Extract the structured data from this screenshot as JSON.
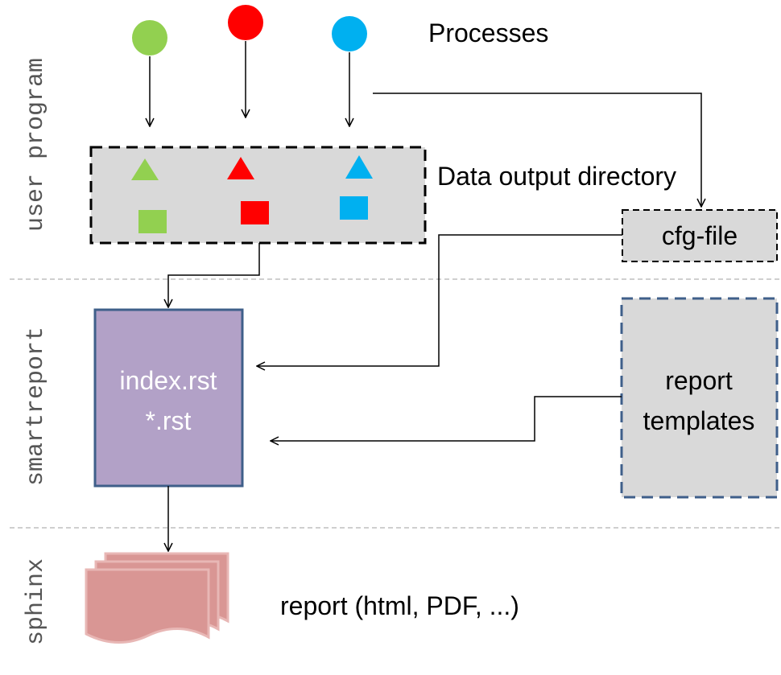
{
  "title": "Processes",
  "lanes": {
    "user_program": "user program",
    "smartreport": "smartreport",
    "sphinx": "sphinx"
  },
  "data_output": {
    "label": "Data output directory"
  },
  "cfg_file": {
    "label": "cfg-file"
  },
  "rst_box": {
    "line1": "index.rst",
    "line2": "*.rst"
  },
  "templates": {
    "line1": "report",
    "line2": "templates"
  },
  "report": {
    "label": "report (html, PDF, ...)"
  },
  "colors": {
    "green": "#92d050",
    "red": "#ff0000",
    "blue": "#00b0f0",
    "purple_fill": "#b2a1c7",
    "purple_border": "#3f5f8a",
    "box_gray": "#d9d9d9",
    "doc_pink": "#d99694",
    "doc_edge": "#e8b7b5",
    "separator": "#bfbfbf"
  }
}
